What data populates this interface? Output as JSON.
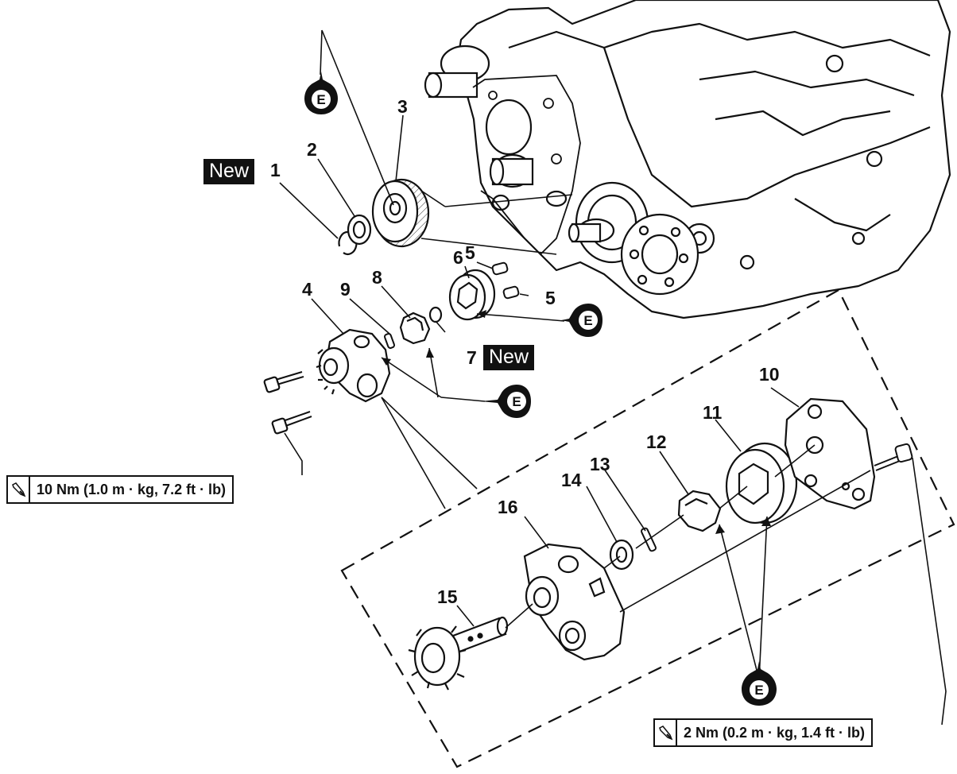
{
  "callouts": [
    {
      "id": "1",
      "label": "1"
    },
    {
      "id": "2",
      "label": "2"
    },
    {
      "id": "3",
      "label": "3"
    },
    {
      "id": "4",
      "label": "4"
    },
    {
      "id": "5a",
      "label": "5"
    },
    {
      "id": "5b",
      "label": "5"
    },
    {
      "id": "6",
      "label": "6"
    },
    {
      "id": "7",
      "label": "7"
    },
    {
      "id": "8",
      "label": "8"
    },
    {
      "id": "9",
      "label": "9"
    },
    {
      "id": "10",
      "label": "10"
    },
    {
      "id": "11",
      "label": "11"
    },
    {
      "id": "12",
      "label": "12"
    },
    {
      "id": "13",
      "label": "13"
    },
    {
      "id": "14",
      "label": "14"
    },
    {
      "id": "15",
      "label": "15"
    },
    {
      "id": "16",
      "label": "16"
    }
  ],
  "badges": {
    "new_1": "New",
    "new_7": "New"
  },
  "oil_symbol_letter": "E",
  "torque": {
    "bolt_4": "10 Nm (1.0 m · kg, 7.2 ft · lb)",
    "bolt_10": "2 Nm (0.2 m · kg, 1.4 ft · lb)"
  },
  "icons": {
    "oil": "engine-oil-icon",
    "torque": "torque-wrench-icon"
  }
}
